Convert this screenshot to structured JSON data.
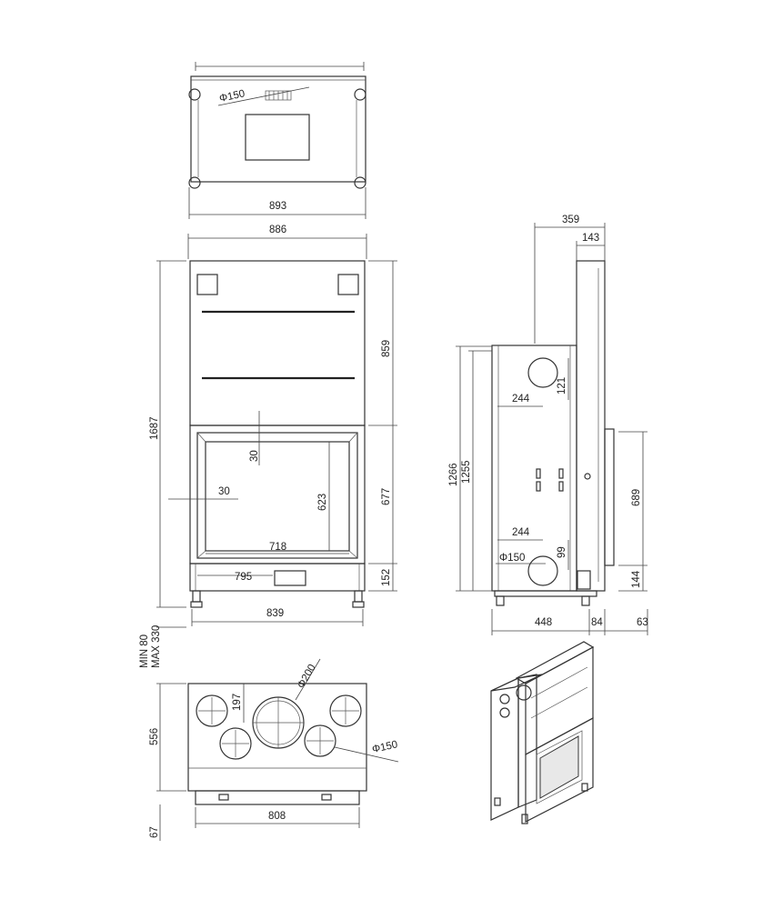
{
  "top_view": {
    "width_label": "893",
    "flue_label": "Φ150"
  },
  "front_view": {
    "width_top_label": "886",
    "height_label": "1687",
    "upper_height_label": "859",
    "door_height_label": "677",
    "base_height_label": "152",
    "frame_offset_top_label": "30",
    "frame_offset_side_label": "30",
    "glass_height_label": "623",
    "glass_width_label": "718",
    "opening_width_label": "795",
    "base_width_label": "839"
  },
  "legs": {
    "min_label": "MIN 80",
    "max_label": "MAX 330"
  },
  "side_view": {
    "depth_label": "359",
    "top_offset_label": "143",
    "height_outer_label": "1266",
    "height_inner_label": "1255",
    "upper_pipe_offset_label": "244",
    "upper_pipe_height_label": "121",
    "lower_pipe_offset_label": "244",
    "lower_pipe_height_label": "99",
    "lower_pipe_label": "Φ150",
    "door_height_label": "689",
    "base_height_label": "144",
    "bottom_a_label": "448",
    "bottom_b_label": "84",
    "bottom_c_label": "63"
  },
  "bottom_view": {
    "large_pipe_label": "Φ200",
    "offset_label": "197",
    "small_pipe_label": "Φ150",
    "depth_label": "556",
    "width_label": "808",
    "foot_label": "67"
  }
}
